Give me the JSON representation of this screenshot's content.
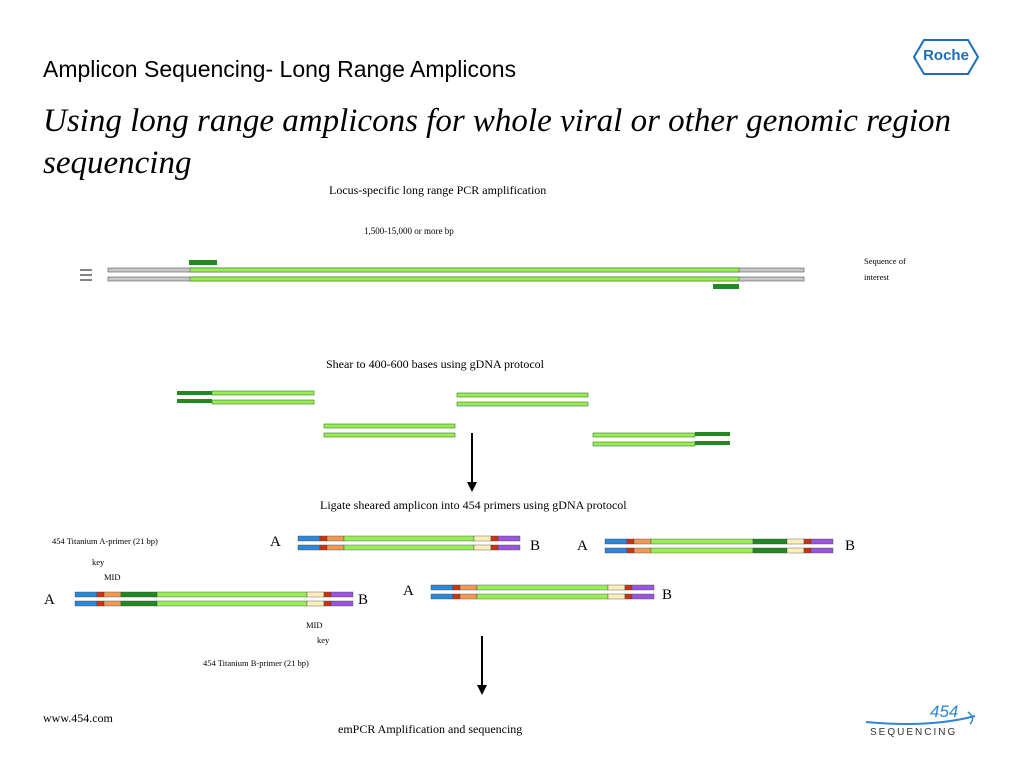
{
  "header": {
    "title": "Amplicon Sequencing- Long Range Amplicons",
    "subtitle": "Using long range amplicons for whole viral or other genomic region sequencing",
    "logo_text": "Roche"
  },
  "steps": {
    "step1": "Locus-specific long range PCR amplification",
    "step1_size": "1,500-15,000 or more  bp",
    "sequence_of_interest": [
      "Sequence of",
      "interest"
    ],
    "step2": "Shear to 400-600 bases using  gDNA protocol",
    "step3": "Ligate sheared amplicon into 454 primers using gDNA protocol",
    "step4": "emPCR Amplification and sequencing"
  },
  "annotations": {
    "primer_a": "454 Titanium A-primer (21 bp)",
    "primer_b": "454 Titanium B-primer (21 bp)",
    "key": "key",
    "mid": "MID",
    "adapter_a": "A",
    "adapter_b": "B"
  },
  "footer": {
    "url": "www.454.com",
    "logo_number": "454",
    "logo_word": "SEQUENCING"
  },
  "colors": {
    "amplicon": "#99ee55",
    "primer": "#228822",
    "gray_strand": "#c8c8c8",
    "a_primer": "#2e86d6",
    "key": "#cc3311",
    "mid": "#ee9955",
    "mid_b": "#ffeebb",
    "b_primer": "#9955dd",
    "roche_blue": "#1a6fb8"
  }
}
